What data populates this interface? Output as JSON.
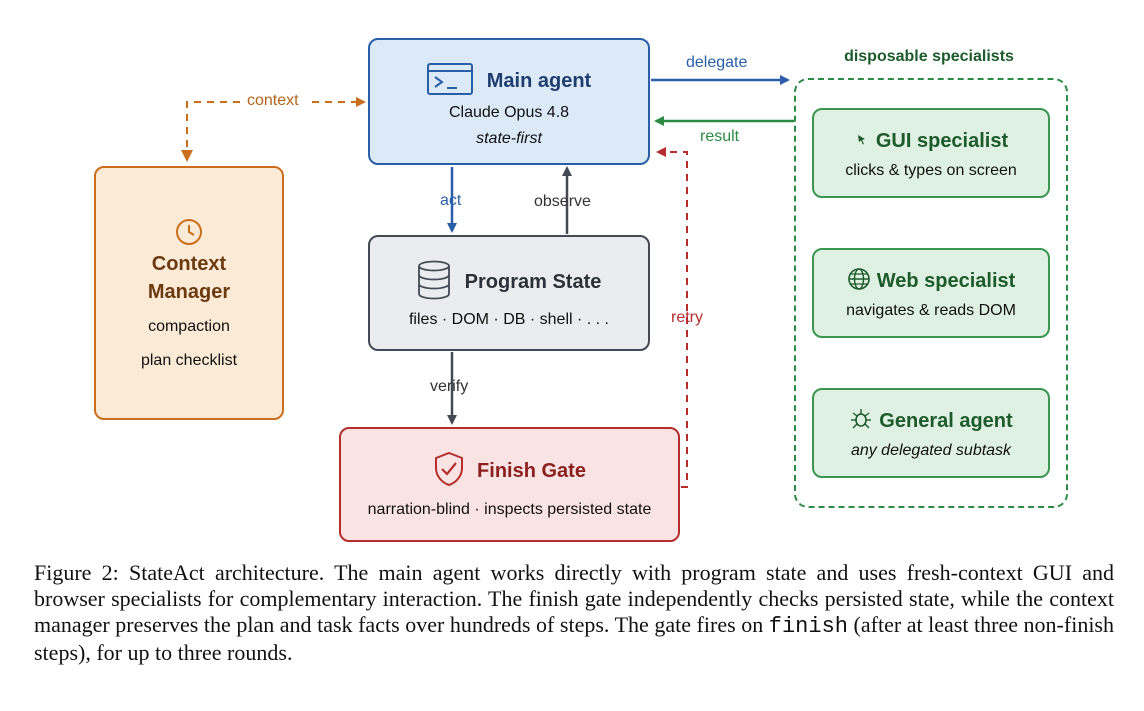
{
  "main_agent": {
    "title": "Main agent",
    "model": "Claude Opus 4.8",
    "mode": "state-first"
  },
  "program_state": {
    "title": "Program State",
    "items": "files · DOM · DB · shell · . . ."
  },
  "finish_gate": {
    "title": "Finish Gate",
    "description": "narration-blind · inspects persisted state"
  },
  "context_manager": {
    "title_line1": "Context",
    "title_line2": "Manager",
    "item1": "compaction",
    "item2": "plan  checklist"
  },
  "specialists": {
    "group_title": "disposable specialists",
    "gui": {
      "title": "GUI specialist",
      "description": "clicks & types on screen"
    },
    "web": {
      "title": "Web specialist",
      "description": "navigates & reads DOM"
    },
    "general": {
      "title": "General agent",
      "description": "any delegated subtask"
    }
  },
  "edges": {
    "context": "context",
    "delegate": "delegate",
    "result": "result",
    "act": "act",
    "observe": "observe",
    "verify": "verify",
    "retry": "retry"
  },
  "caption": {
    "before_code": "Figure 2: StateAct architecture. The main agent works directly with program state and uses fresh-context GUI and browser specialists for complementary interaction. The finish gate independently checks persisted state, while the context manager preserves the plan and task facts over hundreds of steps. The gate fires on ",
    "code": "finish",
    "after_code": " (after at least three non-finish steps), for up to three rounds."
  },
  "colors": {
    "blue": "#2a5fa8",
    "green": "#2c8b45",
    "red": "#b52d2d",
    "orange": "#c96f1c",
    "gray": "#444a54"
  },
  "icons": [
    "terminal-icon",
    "database-icon",
    "shield-check-icon",
    "clock-icon",
    "cursor-icon",
    "globe-icon",
    "bug-icon"
  ]
}
